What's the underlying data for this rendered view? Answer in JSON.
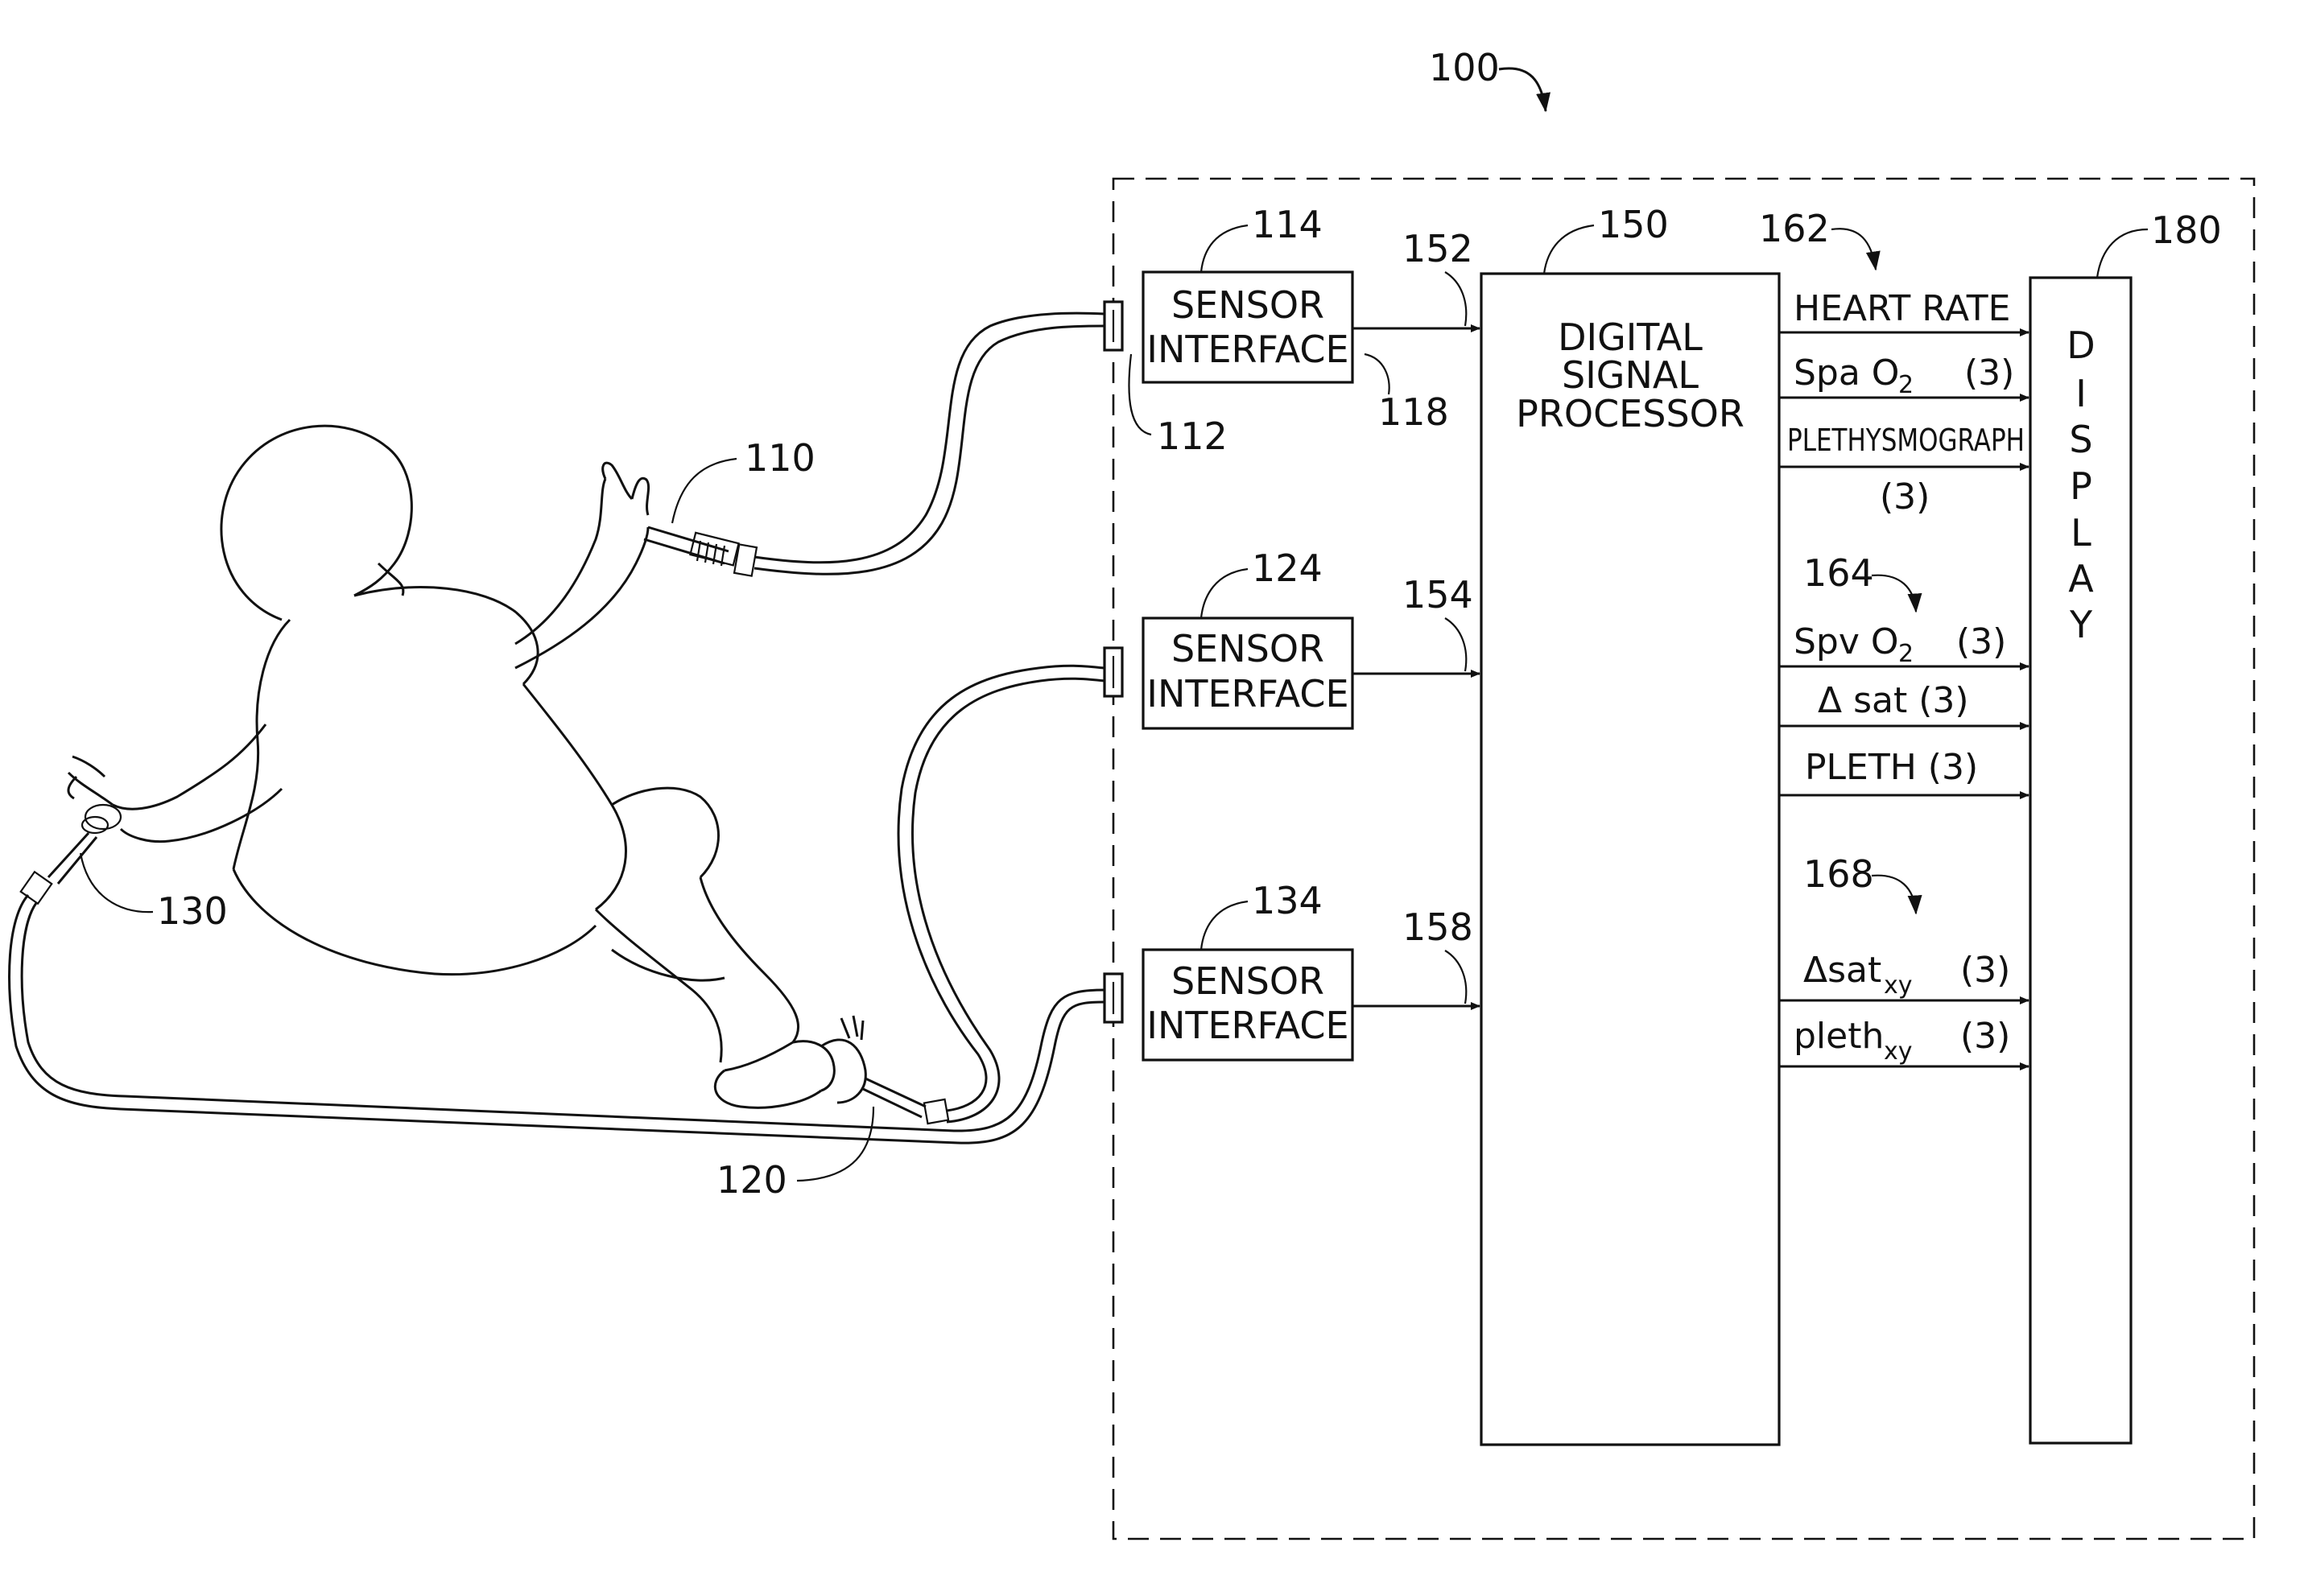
{
  "refs": {
    "system": "100",
    "sensor_a": "110",
    "connector": "112",
    "interface_a": "114",
    "interface_a_out": "118",
    "sensor_b": "120",
    "interface_b": "124",
    "sensor_c": "130",
    "interface_c": "134",
    "processor": "150",
    "line_a": "152",
    "line_b": "154",
    "line_c": "158",
    "group_a": "162",
    "group_b": "164",
    "group_c": "168",
    "display": "180"
  },
  "blocks": {
    "sensor_interface": [
      "SENSOR",
      "INTERFACE"
    ],
    "processor": [
      "DIGITAL",
      "SIGNAL",
      "PROCESSOR"
    ],
    "display": [
      "D",
      "I",
      "S",
      "P",
      "L",
      "A",
      "Y"
    ]
  },
  "outputs": {
    "heart_rate": "HEART  RATE",
    "spa_main": "Spa  O",
    "spa_sub": "2",
    "spa_count": "(3)",
    "pleth_graph": "PLETHYSMOGRAPH",
    "pleth_graph_count": "(3)",
    "spv_main": "Spv  O",
    "spv_sub": "2",
    "spv_count": "(3)",
    "delta_sat": "Δ sat  (3)",
    "pleth": "PLETH  (3)",
    "delta_sat_xy_main": "Δsat",
    "delta_sat_xy_sub": "xy",
    "delta_sat_xy_count": "(3)",
    "pleth_xy_main": "pleth",
    "pleth_xy_sub": "xy",
    "pleth_xy_count": "(3)"
  }
}
